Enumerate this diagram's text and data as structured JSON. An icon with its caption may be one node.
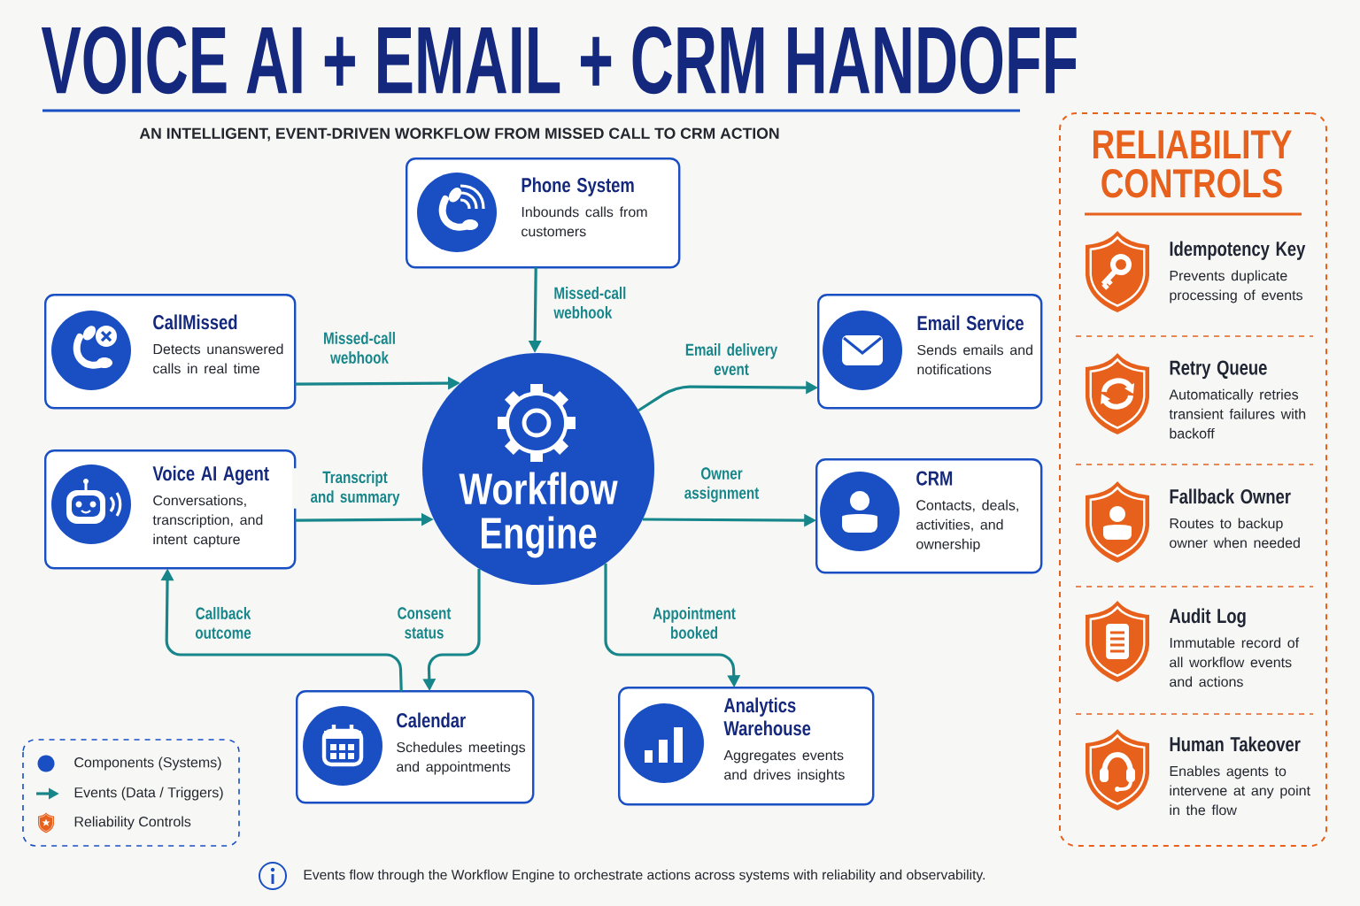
{
  "diagram": {
    "title": "VOICE AI + EMAIL + CRM HANDOFF",
    "nodes": [
      {
        "text": [
          "Phone System",
          "Inbounds calls from customers"
        ]
      },
      {
        "text": [
          "CallMissed",
          "Detects unanswered calls in real time"
        ]
      },
      {
        "text": [
          "Voice AI Agent",
          "Conversations, transcription, and intent capture"
        ]
      },
      {
        "text": [
          "Workflow Engine"
        ]
      },
      {
        "text": [
          "Email Service",
          "Sends emails and notifications"
        ]
      },
      {
        "text": [
          "CRM",
          "Contacts, deals, activities, and ownership"
        ]
      },
      {
        "text": [
          "Calendar",
          "Schedules meetings and appointments"
        ]
      },
      {
        "text": [
          "Analytics Warehouse",
          "Aggregates events and drives insights"
        ]
      },
      {
        "text": [
          "RELIABILITY CONTROLS"
        ]
      },
      {
        "text": [
          "Idempotency Key",
          "Prevents duplicate processing of events"
        ],
        "in": 8
      },
      {
        "text": [
          "Retry Queue",
          "Automatically retries transient failures with backoff"
        ],
        "in": 8
      },
      {
        "text": [
          "Fallback Owner",
          "Routes to backup owner when needed"
        ],
        "in": 8
      },
      {
        "text": [
          "Audit Log",
          "Immutable record of all workflow events and actions"
        ],
        "in": 8
      },
      {
        "text": [
          "Human Takeover",
          "Enables agents to intervene at any point in the flow"
        ],
        "in": 8
      }
    ],
    "edges": [
      {
        "from": 0,
        "to": 3,
        "arrow": "to",
        "label": "Missed-call webhook"
      },
      {
        "from": 1,
        "to": 3,
        "arrow": "to",
        "label": "Missed-call webhook"
      },
      {
        "from": 2,
        "to": 3,
        "arrow": "to",
        "label": "Transcript and summary"
      },
      {
        "from": 3,
        "to": 4,
        "arrow": "to",
        "label": "Email delivery event"
      },
      {
        "from": 3,
        "to": 5,
        "arrow": "to",
        "label": "Owner assignment"
      },
      {
        "from": 3,
        "to": 6,
        "arrow": "to",
        "label": "Consent status"
      },
      {
        "from": 3,
        "to": 7,
        "arrow": "to",
        "label": "Appointment booked"
      },
      {
        "from": 6,
        "to": 2,
        "arrow": "to",
        "label": "Callback outcome"
      }
    ],
    "labels": [
      "AN INTELLIGENT, EVENT-DRIVEN WORKFLOW FROM MISSED CALL TO CRM ACTION",
      "Events flow through the Workflow Engine to orchestrate actions across systems with reliability and observability."
    ],
    "legend": [
      {
        "text": "Components (Systems)",
        "color": "#1a4fc4"
      },
      {
        "text": "Events (Data / Triggers)"
      },
      {
        "text": "Reliability Controls"
      }
    ]
  }
}
